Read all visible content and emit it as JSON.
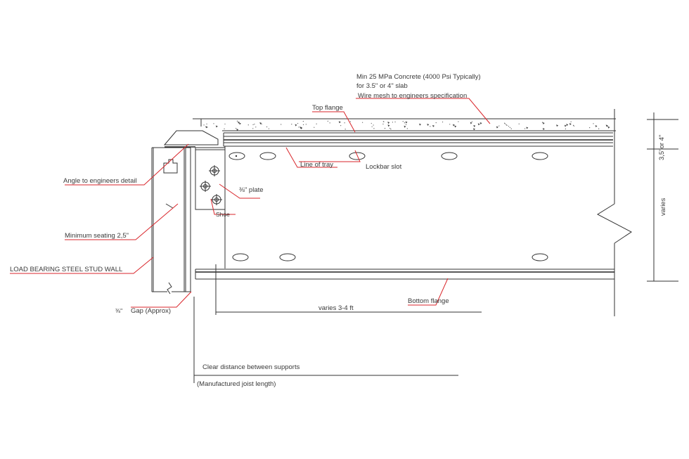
{
  "colors": {
    "ink": "#333333",
    "leader": "#d9262b",
    "paper": "#ffffff"
  },
  "labels": {
    "concrete_line1": "Min 25 MPa Concrete (4000 Psi Typically)",
    "concrete_line2": "for 3.5\" or 4\" slab",
    "wire_mesh": "Wire mesh to engineers specification",
    "top_flange": "Top flange",
    "line_of_tray": "Line of tray",
    "lockbar_slot": "Lockbar slot",
    "angle": "Angle to engineers detail",
    "plate": "⅜\" plate",
    "shoe": "Shoe",
    "minimum_seating": "Minimum seating 2,5\"",
    "stud_wall": "LOAD BEARING STEEL STUD WALL",
    "gap_fraction": "⅜\"",
    "gap": "Gap (Approx)",
    "bottom_flange": "Bottom flange",
    "varies_span": "varies 3-4 ft",
    "clear_distance": "Clear distance between supports",
    "manufactured_length": "(Manufactured joist length)",
    "slab_thickness": "3,5\"or 4\"",
    "varies_depth": "varies"
  }
}
